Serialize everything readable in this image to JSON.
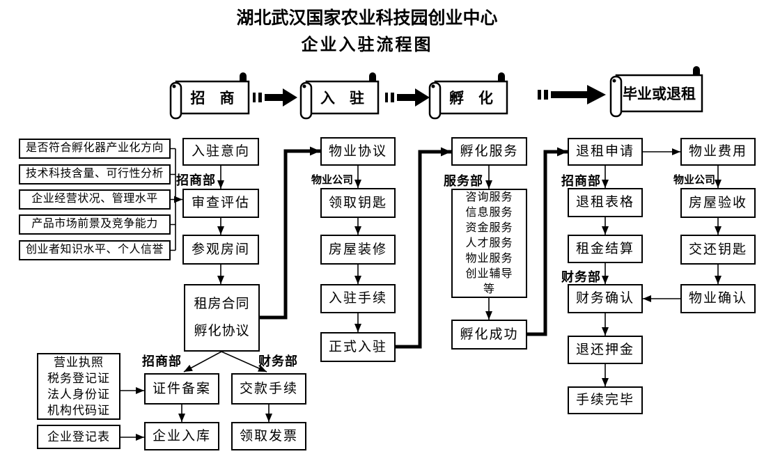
{
  "title": {
    "line1": "湖北武汉国家农业科技园创业中心",
    "line2": "企业入驻流程图"
  },
  "banners": {
    "b1": "招　商",
    "b2": "入　驻",
    "b3": "孵　化",
    "b4": "毕业或退租"
  },
  "criteria": [
    "是否符合孵化器产业化方向",
    "技术科技含量、可行性分析",
    "企业经营状况、管理水平",
    "产品市场前景及竞争能力",
    "创业者知识水平、个人信誉"
  ],
  "depts": {
    "zhaoshang": "招商部",
    "caiwu": "财务部",
    "wuye": "物业公司",
    "fuwu": "服务部"
  },
  "boxes": {
    "ruzhu_yixiang": "入驻意向",
    "shencha_pinggu": "审查评估",
    "canguan_fangjian": "参观房间",
    "zufang_hetong": "租房合同",
    "fuhua_xieyi": "孵化协议",
    "zhengjian_beian": "证件备案",
    "jiaokuan_shouxu": "交款手续",
    "qiye_ruku": "企业入库",
    "lingqu_fapiao": "领取发票",
    "qiye_dengjibiao": "企业登记表",
    "wuye_xieyi": "物业协议",
    "lingqu_yaoshi": "领取钥匙",
    "fangwu_zhuangxiu": "房屋装修",
    "ruzhu_shouxu": "入驻手续",
    "zhengshi_ruzhu": "正式入驻",
    "fuhua_fuwu": "孵化服务",
    "fuhua_chenggong": "孵化成功",
    "tuizu_shenqing": "退租申请",
    "tuizu_biaoge": "退租表格",
    "zujin_jiesuan": "租金结算",
    "caiwu_queren": "财务确认",
    "tuihuan_yajin": "退还押金",
    "shouxu_wanbi": "手续完毕",
    "wuye_feiyong": "物业费用",
    "fangwu_yanshou": "房屋验收",
    "jiaohuan_yaoshi": "交还钥匙",
    "wuye_queren": "物业确认"
  },
  "documents": [
    "营业执照",
    "税务登记证",
    "法人身份证",
    "机构代码证"
  ],
  "services": [
    "咨询服务",
    "信息服务",
    "资金服务",
    "人才服务",
    "物业服务",
    "创业辅导",
    "等"
  ],
  "colors": {
    "ink": "#000000",
    "paper": "#ffffff"
  }
}
